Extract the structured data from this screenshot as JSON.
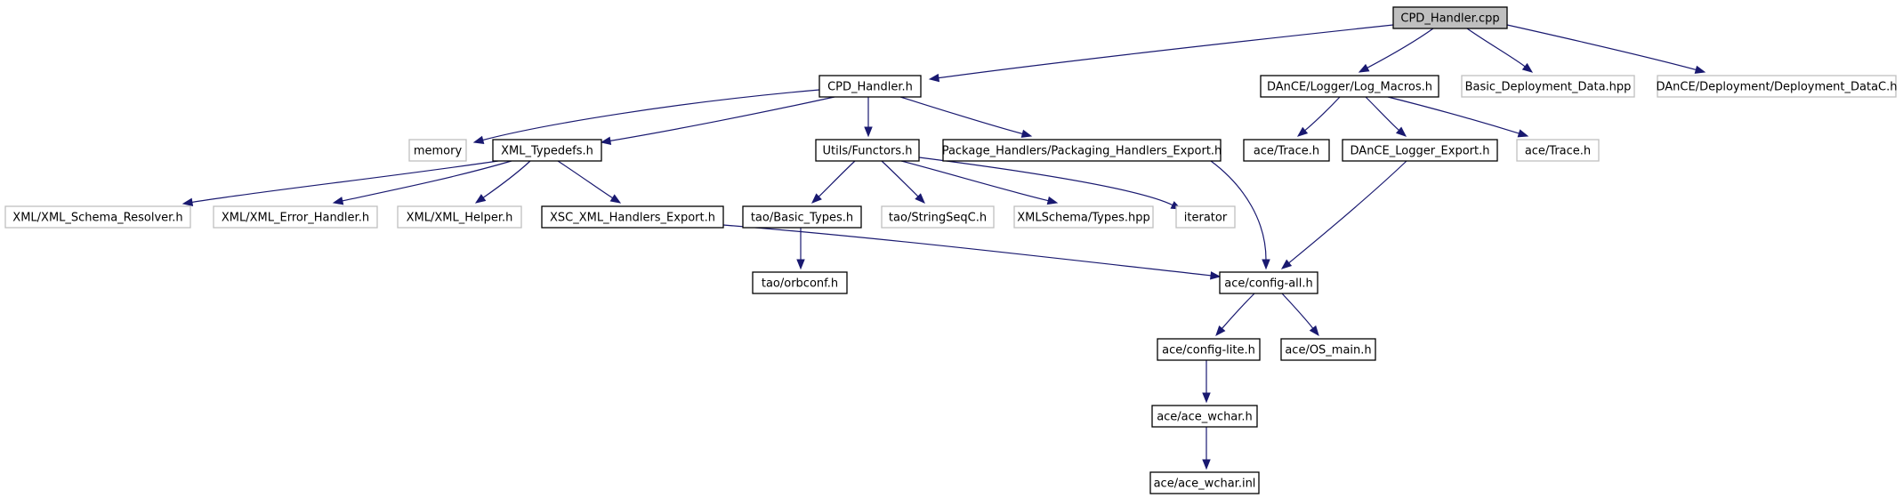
{
  "graph": {
    "nodes": [
      {
        "id": "cpd_handler_cpp",
        "label": "CPD_Handler.cpp",
        "kind": "root"
      },
      {
        "id": "cpd_handler_h",
        "label": "CPD_Handler.h",
        "kind": "doc"
      },
      {
        "id": "log_macros_h",
        "label": "DAnCE/Logger/Log_Macros.h",
        "kind": "doc"
      },
      {
        "id": "basic_deployment_data_hpp",
        "label": "Basic_Deployment_Data.hpp",
        "kind": "ext"
      },
      {
        "id": "deployment_datac_h",
        "label": "DAnCE/Deployment/Deployment_DataC.h",
        "kind": "ext"
      },
      {
        "id": "memory",
        "label": "memory",
        "kind": "ext"
      },
      {
        "id": "xml_typedefs_h",
        "label": "XML_Typedefs.h",
        "kind": "doc"
      },
      {
        "id": "utils_functors_h",
        "label": "Utils/Functors.h",
        "kind": "doc"
      },
      {
        "id": "packaging_handlers_export_h",
        "label": "Package_Handlers/Packaging_Handlers_Export.h",
        "kind": "doc"
      },
      {
        "id": "ace_trace_h_1",
        "label": "ace/Trace.h",
        "kind": "doc"
      },
      {
        "id": "dance_logger_export_h",
        "label": "DAnCE_Logger_Export.h",
        "kind": "doc"
      },
      {
        "id": "ace_trace_h_2",
        "label": "ace/Trace.h",
        "kind": "ext"
      },
      {
        "id": "xml_schema_resolver_h",
        "label": "XML/XML_Schema_Resolver.h",
        "kind": "ext"
      },
      {
        "id": "xml_error_handler_h",
        "label": "XML/XML_Error_Handler.h",
        "kind": "ext"
      },
      {
        "id": "xml_helper_h",
        "label": "XML/XML_Helper.h",
        "kind": "ext"
      },
      {
        "id": "xsc_xml_handlers_export_h",
        "label": "XSC_XML_Handlers_Export.h",
        "kind": "doc"
      },
      {
        "id": "tao_basic_types_h",
        "label": "tao/Basic_Types.h",
        "kind": "doc"
      },
      {
        "id": "tao_stringseqc_h",
        "label": "tao/StringSeqC.h",
        "kind": "ext"
      },
      {
        "id": "xmlschema_types_hpp",
        "label": "XMLSchema/Types.hpp",
        "kind": "ext"
      },
      {
        "id": "iterator",
        "label": "iterator",
        "kind": "ext"
      },
      {
        "id": "tao_orbconf_h",
        "label": "tao/orbconf.h",
        "kind": "doc"
      },
      {
        "id": "ace_config_all_h",
        "label": "ace/config-all.h",
        "kind": "doc"
      },
      {
        "id": "ace_config_lite_h",
        "label": "ace/config-lite.h",
        "kind": "doc"
      },
      {
        "id": "ace_os_main_h",
        "label": "ace/OS_main.h",
        "kind": "doc"
      },
      {
        "id": "ace_ace_wchar_h",
        "label": "ace/ace_wchar.h",
        "kind": "doc"
      },
      {
        "id": "ace_ace_wchar_inl",
        "label": "ace/ace_wchar.inl",
        "kind": "doc"
      }
    ],
    "edges": [
      {
        "from": "cpd_handler_cpp",
        "to": "cpd_handler_h"
      },
      {
        "from": "cpd_handler_cpp",
        "to": "log_macros_h"
      },
      {
        "from": "cpd_handler_cpp",
        "to": "basic_deployment_data_hpp"
      },
      {
        "from": "cpd_handler_cpp",
        "to": "deployment_datac_h"
      },
      {
        "from": "cpd_handler_h",
        "to": "memory"
      },
      {
        "from": "cpd_handler_h",
        "to": "xml_typedefs_h"
      },
      {
        "from": "cpd_handler_h",
        "to": "utils_functors_h"
      },
      {
        "from": "cpd_handler_h",
        "to": "packaging_handlers_export_h"
      },
      {
        "from": "log_macros_h",
        "to": "ace_trace_h_1"
      },
      {
        "from": "log_macros_h",
        "to": "dance_logger_export_h"
      },
      {
        "from": "log_macros_h",
        "to": "ace_trace_h_2"
      },
      {
        "from": "xml_typedefs_h",
        "to": "xml_schema_resolver_h"
      },
      {
        "from": "xml_typedefs_h",
        "to": "xml_error_handler_h"
      },
      {
        "from": "xml_typedefs_h",
        "to": "xml_helper_h"
      },
      {
        "from": "xml_typedefs_h",
        "to": "xsc_xml_handlers_export_h"
      },
      {
        "from": "utils_functors_h",
        "to": "tao_basic_types_h"
      },
      {
        "from": "utils_functors_h",
        "to": "tao_stringseqc_h"
      },
      {
        "from": "utils_functors_h",
        "to": "xmlschema_types_hpp"
      },
      {
        "from": "utils_functors_h",
        "to": "iterator"
      },
      {
        "from": "tao_basic_types_h",
        "to": "tao_orbconf_h"
      },
      {
        "from": "xsc_xml_handlers_export_h",
        "to": "ace_config_all_h"
      },
      {
        "from": "packaging_handlers_export_h",
        "to": "ace_config_all_h"
      },
      {
        "from": "dance_logger_export_h",
        "to": "ace_config_all_h"
      },
      {
        "from": "ace_config_all_h",
        "to": "ace_config_lite_h"
      },
      {
        "from": "ace_config_all_h",
        "to": "ace_os_main_h"
      },
      {
        "from": "ace_config_lite_h",
        "to": "ace_ace_wchar_h"
      },
      {
        "from": "ace_ace_wchar_h",
        "to": "ace_ace_wchar_inl"
      }
    ]
  },
  "colors": {
    "edge": "#191970",
    "root_fill": "#bfbfbf",
    "box_border": "#000000",
    "external_border": "#bfbfbf",
    "background": "#ffffff"
  }
}
